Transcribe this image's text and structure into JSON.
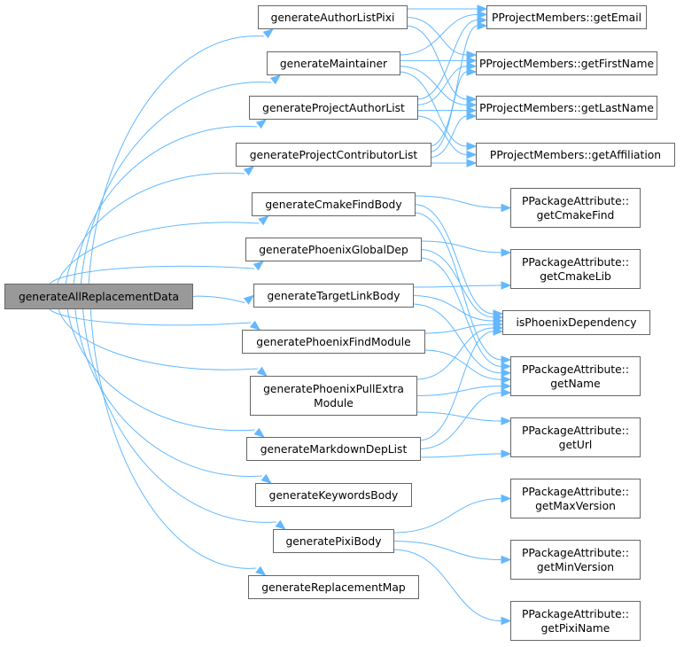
{
  "diagram": {
    "type": "call-graph",
    "colors": {
      "edge": "#63b8ff",
      "root_fill": "#999999",
      "node_border": "#666666",
      "node_fill": "#ffffff"
    },
    "nodes": [
      {
        "id": "root",
        "lines": [
          "generateAllReplacementData"
        ],
        "root": true
      },
      {
        "id": "authorListPixi",
        "lines": [
          "generateAuthorListPixi"
        ]
      },
      {
        "id": "maintainer",
        "lines": [
          "generateMaintainer"
        ]
      },
      {
        "id": "projectAuthorList",
        "lines": [
          "generateProjectAuthorList"
        ]
      },
      {
        "id": "projectContributorList",
        "lines": [
          "generateProjectContributorList"
        ]
      },
      {
        "id": "cmakeFindBody",
        "lines": [
          "generateCmakeFindBody"
        ]
      },
      {
        "id": "phoenixGlobalDep",
        "lines": [
          "generatePhoenixGlobalDep"
        ]
      },
      {
        "id": "targetLinkBody",
        "lines": [
          "generateTargetLinkBody"
        ]
      },
      {
        "id": "phoenixFindModule",
        "lines": [
          "generatePhoenixFindModule"
        ]
      },
      {
        "id": "phoenixPullExtraModule",
        "lines": [
          "generatePhoenixPullExtra",
          "Module"
        ]
      },
      {
        "id": "markdownDepList",
        "lines": [
          "generateMarkdownDepList"
        ]
      },
      {
        "id": "keywordsBody",
        "lines": [
          "generateKeywordsBody"
        ]
      },
      {
        "id": "pixiBody",
        "lines": [
          "generatePixiBody"
        ]
      },
      {
        "id": "replacementMap",
        "lines": [
          "generateReplacementMap"
        ]
      },
      {
        "id": "getEmail",
        "lines": [
          "PProjectMembers::getEmail"
        ]
      },
      {
        "id": "getFirstName",
        "lines": [
          "PProjectMembers::getFirstName"
        ]
      },
      {
        "id": "getLastName",
        "lines": [
          "PProjectMembers::getLastName"
        ]
      },
      {
        "id": "getAffiliation",
        "lines": [
          "PProjectMembers::getAffiliation"
        ]
      },
      {
        "id": "getCmakeFind",
        "lines": [
          "PPackageAttribute::",
          "getCmakeFind"
        ]
      },
      {
        "id": "getCmakeLib",
        "lines": [
          "PPackageAttribute::",
          "getCmakeLib"
        ]
      },
      {
        "id": "isPhoenixDependency",
        "lines": [
          "isPhoenixDependency"
        ]
      },
      {
        "id": "getName",
        "lines": [
          "PPackageAttribute::",
          "getName"
        ]
      },
      {
        "id": "getUrl",
        "lines": [
          "PPackageAttribute::",
          "getUrl"
        ]
      },
      {
        "id": "getMaxVersion",
        "lines": [
          "PPackageAttribute::",
          "getMaxVersion"
        ]
      },
      {
        "id": "getMinVersion",
        "lines": [
          "PPackageAttribute::",
          "getMinVersion"
        ]
      },
      {
        "id": "getPixiName",
        "lines": [
          "PPackageAttribute::",
          "getPixiName"
        ]
      }
    ],
    "edges": [
      [
        "root",
        "authorListPixi"
      ],
      [
        "root",
        "maintainer"
      ],
      [
        "root",
        "projectAuthorList"
      ],
      [
        "root",
        "projectContributorList"
      ],
      [
        "root",
        "cmakeFindBody"
      ],
      [
        "root",
        "phoenixGlobalDep"
      ],
      [
        "root",
        "targetLinkBody"
      ],
      [
        "root",
        "phoenixFindModule"
      ],
      [
        "root",
        "phoenixPullExtraModule"
      ],
      [
        "root",
        "markdownDepList"
      ],
      [
        "root",
        "keywordsBody"
      ],
      [
        "root",
        "pixiBody"
      ],
      [
        "root",
        "replacementMap"
      ],
      [
        "authorListPixi",
        "getEmail"
      ],
      [
        "authorListPixi",
        "getFirstName"
      ],
      [
        "authorListPixi",
        "getLastName"
      ],
      [
        "maintainer",
        "getEmail"
      ],
      [
        "maintainer",
        "getFirstName"
      ],
      [
        "maintainer",
        "getLastName"
      ],
      [
        "maintainer",
        "getAffiliation"
      ],
      [
        "projectAuthorList",
        "getEmail"
      ],
      [
        "projectAuthorList",
        "getFirstName"
      ],
      [
        "projectAuthorList",
        "getLastName"
      ],
      [
        "projectAuthorList",
        "getAffiliation"
      ],
      [
        "projectContributorList",
        "getEmail"
      ],
      [
        "projectContributorList",
        "getFirstName"
      ],
      [
        "projectContributorList",
        "getLastName"
      ],
      [
        "projectContributorList",
        "getAffiliation"
      ],
      [
        "cmakeFindBody",
        "getCmakeFind"
      ],
      [
        "cmakeFindBody",
        "isPhoenixDependency"
      ],
      [
        "cmakeFindBody",
        "getName"
      ],
      [
        "phoenixGlobalDep",
        "getCmakeLib"
      ],
      [
        "phoenixGlobalDep",
        "isPhoenixDependency"
      ],
      [
        "phoenixGlobalDep",
        "getName"
      ],
      [
        "targetLinkBody",
        "getCmakeLib"
      ],
      [
        "targetLinkBody",
        "isPhoenixDependency"
      ],
      [
        "targetLinkBody",
        "getName"
      ],
      [
        "phoenixFindModule",
        "isPhoenixDependency"
      ],
      [
        "phoenixFindModule",
        "getName"
      ],
      [
        "phoenixPullExtraModule",
        "isPhoenixDependency"
      ],
      [
        "phoenixPullExtraModule",
        "getName"
      ],
      [
        "phoenixPullExtraModule",
        "getUrl"
      ],
      [
        "markdownDepList",
        "isPhoenixDependency"
      ],
      [
        "markdownDepList",
        "getName"
      ],
      [
        "markdownDepList",
        "getUrl"
      ],
      [
        "pixiBody",
        "getMaxVersion"
      ],
      [
        "pixiBody",
        "getMinVersion"
      ],
      [
        "pixiBody",
        "getPixiName"
      ]
    ]
  }
}
